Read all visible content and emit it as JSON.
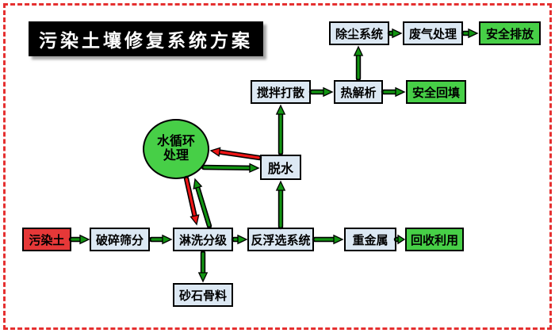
{
  "title": "污染土壤修复系统方案",
  "nodes": {
    "contaminated_soil": "污染土",
    "crushing_screening": "破碎筛分",
    "leaching_grading": "淋洗分级",
    "sand_aggregate": "砂石骨料",
    "reverse_flotation": "反浮选系统",
    "heavy_metal": "重金属",
    "recycling": "回收利用",
    "dewatering": "脱水",
    "water_cycle_line1": "水循环",
    "water_cycle_line2": "处理",
    "stir_disperse": "搅拌打散",
    "thermal_desorption": "热解析",
    "safe_backfill": "安全回填",
    "dust_removal": "除尘系统",
    "waste_gas_treatment": "废气处理",
    "safe_discharge": "安全排放"
  },
  "colors": {
    "box_blue": "#dce8f3",
    "box_green": "#47cf47",
    "box_red": "#e63838",
    "arrow_green": "#129412",
    "arrow_red": "#ee1515",
    "frame_red": "#e53030",
    "title_bg": "#000000",
    "title_text": "#ffffff"
  }
}
